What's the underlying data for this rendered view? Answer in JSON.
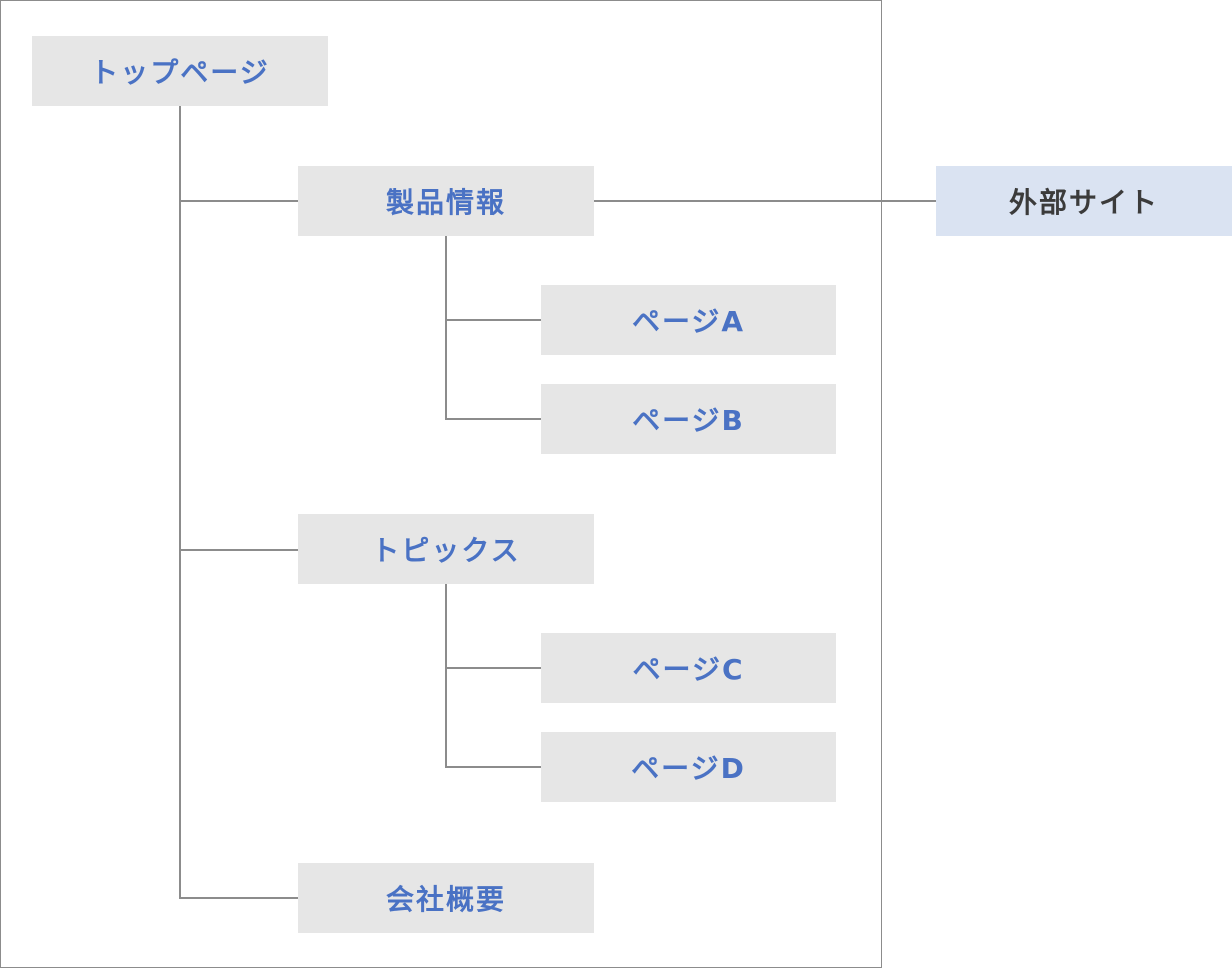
{
  "sitemap": {
    "top": {
      "label": "トップページ"
    },
    "sections": [
      {
        "label": "製品情報",
        "pages": [
          "ページA",
          "ページB"
        ]
      },
      {
        "label": "トピックス",
        "pages": [
          "ページC",
          "ページD"
        ]
      },
      {
        "label": "会社概要",
        "pages": []
      }
    ],
    "external": {
      "label": "外部サイト"
    }
  },
  "colors": {
    "node_fill": "#e6e6e6",
    "node_text": "#4a72c4",
    "external_fill": "#dae3f2",
    "external_text": "#3b3b3b",
    "line": "#8c8c8c"
  }
}
